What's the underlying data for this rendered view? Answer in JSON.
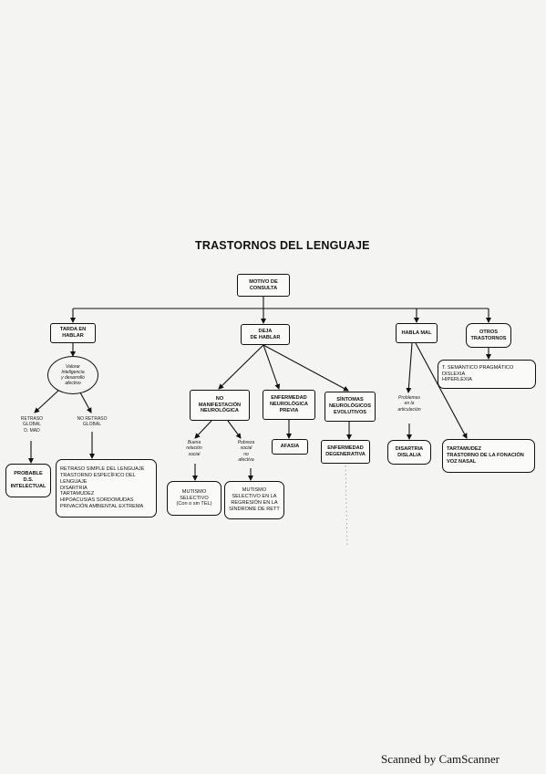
{
  "title": "TRASTORNOS DEL LENGUAJE",
  "footer": "Scanned by CamScanner",
  "nodes": {
    "motivo": "MOTIVO DE\nCONSULTA",
    "tarda": "TARDA EN\nHABLAR",
    "deja": "DEJA\nDE HABLAR",
    "habla_mal": "HABLA MAL",
    "otros": "OTROS\nTRASTORNOS",
    "valorar": "Valorar\nInteligencia\ny desarrollo\nafectivo",
    "retraso_global_label": "RETRASO\nGLOBAL\nD. MAD",
    "no_retraso_label": "NO RETRASO\nGLOBAL",
    "probable": "PROBABLE\nD.S.\nINTELECTUAL",
    "retraso_box": "RETRASO SIMPLE DEL LENGUAJE\nTRASTORNO ESPECÍFICO DEL LENGUAJE\nDISARTRIA\nTARTAMUDEZ\nHIPOACUSIAS SORDOMUDAS\nPRIVACIÓN AMBIENTAL EXTREMA",
    "no_manif": "NO\nMANIFESTACIÓN\nNEUROLÓGICA",
    "enfermedad_neuro": "ENFERMEDAD\nNEUROLÓGICA\nPREVIA",
    "sintomas": "SÍNTOMAS\nNEUROLÓGICOS\nEVOLUTIVOS",
    "buena_rel": "Buena\nrelación\nsocial",
    "pobreza": "Pobreza\nsocial\nno\nafectiva",
    "mutismo_sel": "MUTISMO\nSELECTIVO\n(Con o sin TEL)",
    "mutismo_sel2": "MUTISMO\nSELECTIVO EN LA\nREGRESIÓN EN LA\nSÍNDROME DE RETT",
    "afasia": "AFASIA",
    "enfermedad_deg": "ENFERMEDAD\nDEGENERATIVA",
    "problemas_art": "Problemas\nen la\narticulación",
    "dislalia": "DISARTRIA\nDISLALIA",
    "tartamudez": "TARTAMUDEZ\nTRASTORNO DE LA FONACIÓN\nVOZ NASAL",
    "otros_box": "T. SEMÁNTICO PRAGMÁTICO\nDISLEXIA\nHIPERLEXIA"
  }
}
